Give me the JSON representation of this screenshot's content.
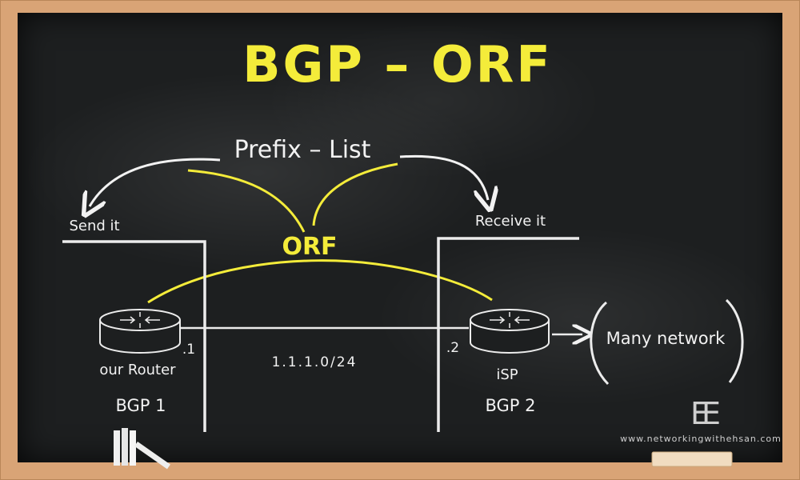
{
  "title": "BGP – ORF",
  "prefix_list": "Prefix – List",
  "send_label": "Send it",
  "receive_label": "Receive it",
  "orf_label": "ORF",
  "left_router": {
    "ip_suffix": ".1",
    "name": "our Router",
    "bgp": "BGP 1"
  },
  "right_router": {
    "ip_suffix": ".2",
    "name": "iSP",
    "bgp": "BGP 2"
  },
  "link_subnet": "1.1.1.0/24",
  "cloud_label": "Many network",
  "watermark": {
    "logo": "EE",
    "url": "www.networkingwithehsan.com"
  },
  "colors": {
    "board": "#1d1f20",
    "chalk": "#f2f2f2",
    "yellow": "#f4ec3a",
    "frame": "#d9a476"
  }
}
